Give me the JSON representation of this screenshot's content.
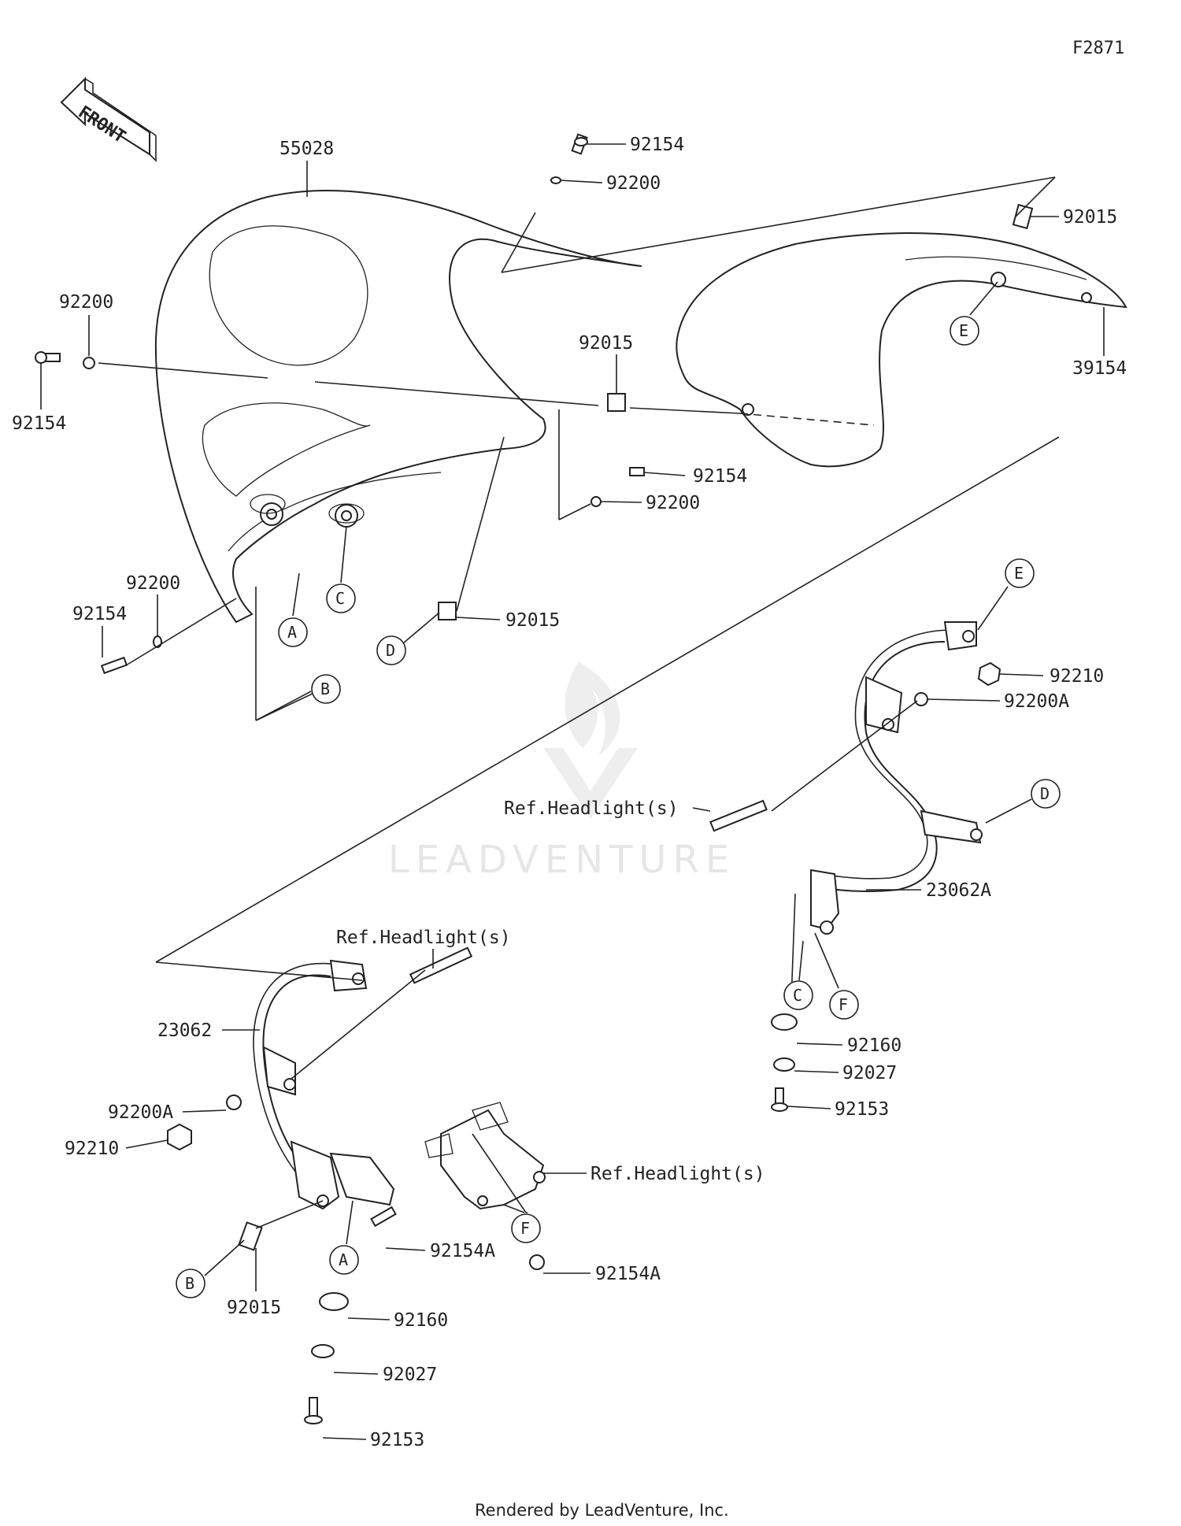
{
  "figure_id": "F2871",
  "front_label": "FRONT",
  "watermark": "LEADVENTURE",
  "footer": "Rendered by LeadVenture, Inc.",
  "callouts": {
    "c55028": "55028",
    "c92154_top": "92154",
    "c92200_top": "92200",
    "c92015_top": "92015",
    "c39154": "39154",
    "c92200_left": "92200",
    "c92154_left": "92154",
    "c92015_mid": "92015",
    "c92154_mid": "92154",
    "c92200_mid": "92200",
    "c92200_low": "92200",
    "c92154_low": "92154",
    "c92015_d": "92015",
    "c92210_r": "92210",
    "c92200A_r": "92200A",
    "ref_headlight_r": "Ref.Headlight(s)",
    "c23062A": "23062A",
    "c92160_r": "92160",
    "c92027_r": "92027",
    "c92153_r": "92153",
    "ref_headlight_l": "Ref.Headlight(s)",
    "c23062": "23062",
    "c92200A_l": "92200A",
    "c92210_l": "92210",
    "ref_headlight_c": "Ref.Headlight(s)",
    "c92154A_a": "92154A",
    "c92154A_f": "92154A",
    "c92015_b": "92015",
    "c92160_l": "92160",
    "c92027_l": "92027",
    "c92153_l": "92153"
  },
  "markers": {
    "A1": "A",
    "B1": "B",
    "C1": "C",
    "D1": "D",
    "E1": "E",
    "E2": "E",
    "D2": "D",
    "C2": "C",
    "F2": "F",
    "A3": "A",
    "B3": "B",
    "F3": "F"
  }
}
